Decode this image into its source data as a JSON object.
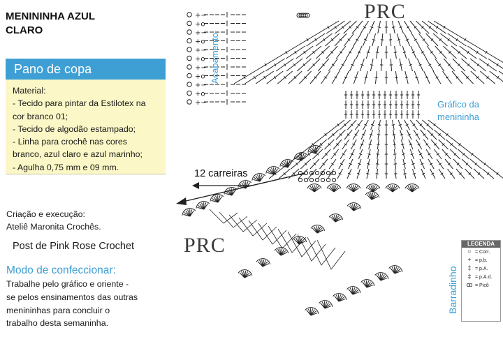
{
  "page": {
    "title_line1": "MENININHA AZUL",
    "title_line2": "CLARO"
  },
  "materials_box": {
    "header": "Pano de copa",
    "lines": [
      "Material:",
      "- Tecido para pintar da Estilotex na",
      "cor branco 01;",
      "- Tecido de algodão estampado;",
      "- Linha para crochê nas cores",
      "branco, azul claro e azul marinho;",
      "- Agulha 0,75 mm e 09 mm."
    ]
  },
  "credits": {
    "line1": "Criação e execução:",
    "line2": "Ateliê Maronita Crochês.",
    "post": "Post de Pink Rose Crochet"
  },
  "instructions": {
    "heading": "Modo de confeccionar:",
    "lines": [
      "Trabalhe pelo gráfico e oriente -",
      "se pelos ensinamentos das outras",
      "menininhas para concluir o",
      "trabalho desta semaninha."
    ]
  },
  "diagram": {
    "watermark": "PRC",
    "grafico_line1": "Gráfico da",
    "grafico_line2": "menininha",
    "acabamento": "Acabamento",
    "barradinho": "Barradinho",
    "rows_label": "12 carreiras",
    "colors": {
      "accent_blue": "#3e9fd4",
      "ink": "#222222",
      "box_yellow": "#fbf7c6"
    }
  },
  "legend": {
    "title": "LEGENDA",
    "items": [
      {
        "icon": "chain-oval-icon",
        "symbol": "○",
        "label": "= Corr."
      },
      {
        "icon": "single-crochet-icon",
        "symbol": "+",
        "label": "= p.b."
      },
      {
        "icon": "double-crochet-icon",
        "symbol": "‡",
        "label": "= p.A."
      },
      {
        "icon": "treble-crochet-icon",
        "symbol": "‡",
        "label": "= p.A.d."
      },
      {
        "icon": "picot-icon",
        "symbol": "ꝏ",
        "label": "= Picô"
      }
    ]
  }
}
